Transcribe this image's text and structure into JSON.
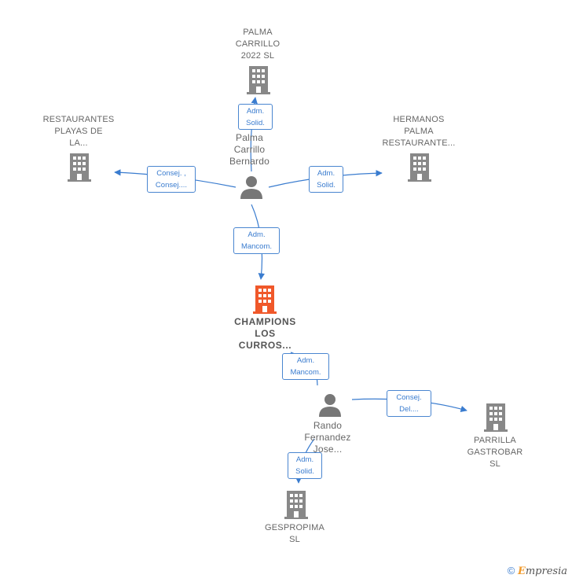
{
  "nodes": {
    "palma_carrillo_2022": {
      "label": "PALMA\nCARRILLO\n2022  SL"
    },
    "restaurantes_playas": {
      "label": "RESTAURANTES\nPLAYAS DE\nLA..."
    },
    "hermanos_palma": {
      "label": "HERMANOS\nPALMA\nRESTAURANTE..."
    },
    "palma_carrillo_bernardo": {
      "label": "Palma\nCarrillo\nBernardo"
    },
    "champions": {
      "label": "CHAMPIONS\nLOS\nCURROS..."
    },
    "rando_fernandez": {
      "label": "Rando\nFernandez\nJose..."
    },
    "parrilla_gastrobar": {
      "label": "PARRILLA\nGASTROBAR\nSL"
    },
    "gespropima": {
      "label": "GESPROPIMA\nSL"
    }
  },
  "edges": {
    "e1": {
      "label": "Adm.\nSolid."
    },
    "e2": {
      "label": "Consej. ,\nConsej...."
    },
    "e3": {
      "label": "Adm.\nSolid."
    },
    "e4": {
      "label": "Adm.\nMancom."
    },
    "e5": {
      "label": "Adm.\nMancom."
    },
    "e6": {
      "label": "Consej.\nDel...."
    },
    "e7": {
      "label": "Adm.\nSolid."
    }
  },
  "footer": {
    "copyright_symbol": "©",
    "brand_initial": "E",
    "brand_rest": "mpresia"
  },
  "colors": {
    "edge": "#3a7ccf",
    "building": "#888888",
    "building_main": "#f0582a",
    "person": "#777777"
  },
  "icons": {
    "building": "building-icon",
    "person": "person-icon"
  }
}
